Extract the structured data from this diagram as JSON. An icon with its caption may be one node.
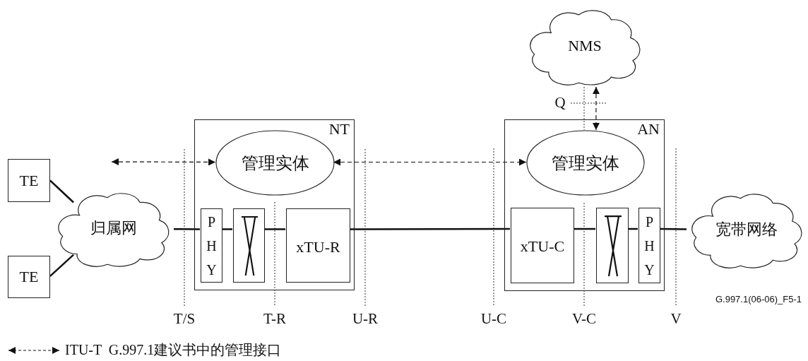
{
  "diagram": {
    "nodes": [
      {
        "text": [
          "TE"
        ]
      },
      {
        "text": [
          "TE"
        ]
      },
      {
        "text": [
          "归属网"
        ]
      },
      {
        "text": [
          "NT"
        ]
      },
      {
        "text": [
          "管理实体"
        ],
        "in": 3
      },
      {
        "text": [
          "PHY"
        ],
        "in": 3
      },
      {
        "text": [],
        "shape": "box",
        "in": 3
      },
      {
        "text": [
          "xTU-R"
        ],
        "in": 3
      },
      {
        "text": [
          "NMS"
        ]
      },
      {
        "text": [
          "AN"
        ]
      },
      {
        "text": [
          "管理实体"
        ],
        "in": 9
      },
      {
        "text": [
          "xTU-C"
        ],
        "in": 9
      },
      {
        "text": [],
        "shape": "box",
        "in": 9
      },
      {
        "text": [
          "PHY"
        ],
        "in": 9
      },
      {
        "text": [
          "宽带网络"
        ]
      }
    ],
    "edges": [
      {
        "from": 0,
        "to": 2,
        "arrow": "none"
      },
      {
        "from": 1,
        "to": 2,
        "arrow": "none"
      },
      {
        "from": 2,
        "to": 5,
        "arrow": "none"
      },
      {
        "from": 5,
        "to": 6,
        "arrow": "none"
      },
      {
        "from": 6,
        "to": 7,
        "arrow": "none"
      },
      {
        "from": 7,
        "to": 11,
        "arrow": "none"
      },
      {
        "from": 11,
        "to": 12,
        "arrow": "none"
      },
      {
        "from": 12,
        "to": 13,
        "arrow": "none"
      },
      {
        "from": 13,
        "to": 14,
        "arrow": "none"
      },
      {
        "from": null,
        "to": 4,
        "arrow": "both",
        "style": "dashed"
      },
      {
        "from": 4,
        "to": 10,
        "arrow": "both",
        "style": "dashed"
      },
      {
        "from": 8,
        "to": 10,
        "arrow": "both",
        "style": "dashed"
      }
    ],
    "labels": [
      "Q",
      "T/S",
      "T-R",
      "U-R",
      "U-C",
      "V-C",
      "V",
      "G.997.1(06-06)_F5-1"
    ],
    "legend": [
      {
        "text": "ITU-T  G.997.1建议书中的管理接口"
      }
    ]
  }
}
